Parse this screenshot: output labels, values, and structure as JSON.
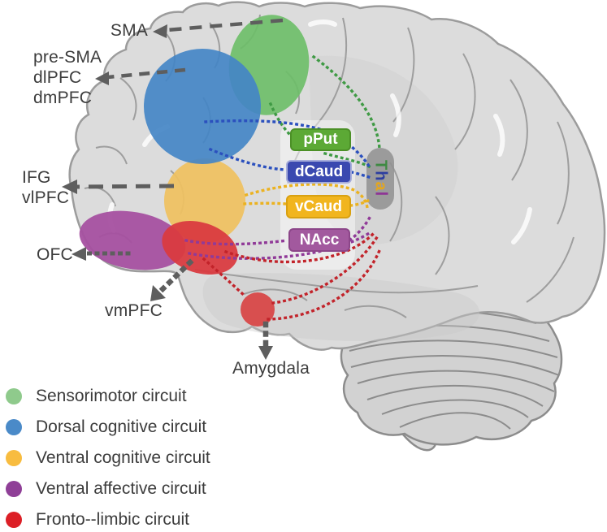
{
  "figure": {
    "type": "brain-circuit-diagram",
    "description": "Lateral view of a human brain showing five cortico-striato-thalamo-cortical circuits"
  },
  "region_labels": {
    "sma": "SMA",
    "pre_sma": "pre-SMA",
    "dlpfc": "dlPFC",
    "dmpfc": "dmPFC",
    "ifg": "IFG",
    "vlpfc": "vlPFC",
    "ofc": "OFC",
    "vmpfc": "vmPFC",
    "amygdala": "Amygdala"
  },
  "nodes": {
    "pput": {
      "label": "pPut",
      "color": "#5ca935"
    },
    "dcaud": {
      "label": "dCaud",
      "color": "#3a49b0"
    },
    "vcaud": {
      "label": "vCaud",
      "color": "#f1b51e"
    },
    "nacc": {
      "label": "NAcc",
      "color": "#a2599e"
    },
    "thal": {
      "label": "Thal",
      "letters": [
        "T",
        "h",
        "a",
        "l"
      ],
      "letter_colors": [
        "#3e8a42",
        "#2d3e9f",
        "#e3a61f",
        "#8e3595"
      ]
    }
  },
  "legend": {
    "items": [
      {
        "label": "Sensorimotor circuit",
        "color": "#8fca8c"
      },
      {
        "label": "Dorsal cognitive circuit",
        "color": "#4a8ac8"
      },
      {
        "label": "Ventral cognitive circuit",
        "color": "#f8bc3f"
      },
      {
        "label": "Ventral affective circuit",
        "color": "#8f3f97"
      },
      {
        "label": "Fronto--limbic circuit",
        "color": "#dc1f26"
      }
    ]
  },
  "circuit_colors": {
    "sensorimotor": "#3f9a44",
    "dorsal_cognitive": "#2b50be",
    "ventral_cognitive": "#ebb220",
    "ventral_affective": "#903a98",
    "fronto_limbic": "#c2232a",
    "arrow_gray": "#5e5e5e"
  }
}
